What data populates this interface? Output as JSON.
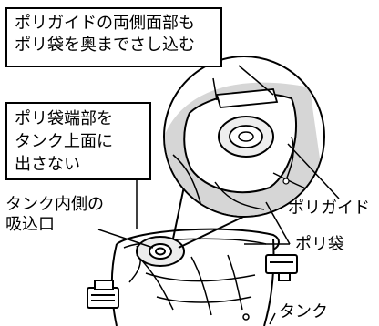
{
  "callouts": {
    "poly_guide_instruction": [
      "ポリガイドの両側面部も",
      "ポリ袋を奥までさし込む"
    ],
    "bag_edge_warning": [
      "ポリ袋端部を",
      "タンク上面に",
      "出さない"
    ]
  },
  "labels": {
    "tank_inner_inlet": [
      "タンク内側の",
      "吸込口"
    ],
    "poly_guide": "ポリガイド",
    "poly_bag": "ポリ袋",
    "tank": "タンク"
  }
}
